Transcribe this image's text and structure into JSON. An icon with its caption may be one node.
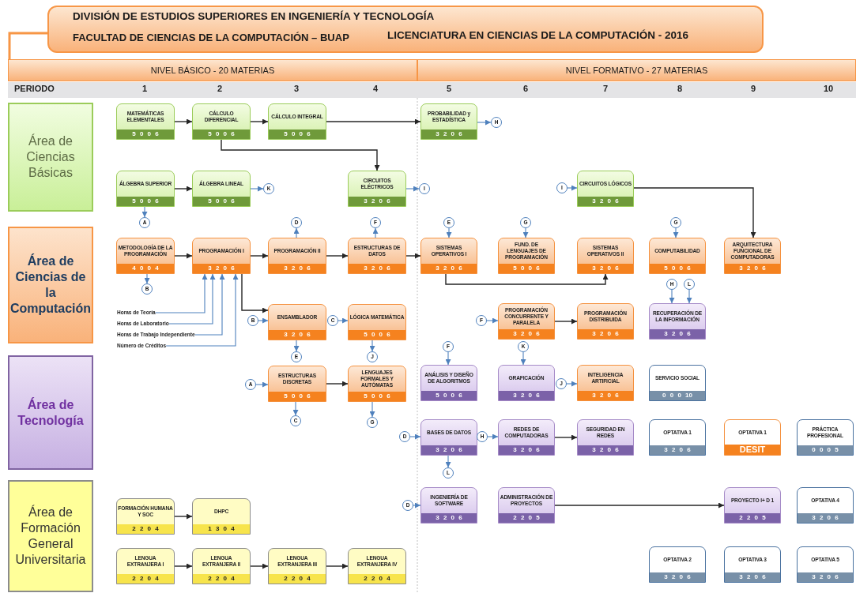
{
  "diagram": {
    "title": "DIVISIÓN DE ESTUDIOS SUPERIORES EN INGENIERÍA Y TECNOLOGÍA",
    "nodes": [
      {
        "text": [
          "Área de Ciencias Básicas"
        ]
      },
      {
        "text": [
          "MATEMÁTICAS ELEMENTALES",
          "5 0 0 6"
        ]
      },
      {
        "text": [
          "CÁLCULO DIFERENCIAL",
          "5 0 0 6"
        ]
      },
      {
        "text": [
          "CÁLCULO INTEGRAL",
          "5 0 0 6"
        ]
      },
      {
        "text": [
          "PROBABILIDAD y ESTADÍSTICA",
          "3 2 0 6"
        ]
      },
      {
        "text": [
          "H"
        ]
      },
      {
        "text": [
          "ÁLGEBRA SUPERIOR",
          "5 0 0 6"
        ]
      },
      {
        "text": [
          "ÁLGEBRA LINEAL",
          "5 0 0 6"
        ]
      },
      {
        "text": [
          "K"
        ]
      },
      {
        "text": [
          "CIRCUITOS ELÉCTRICOS",
          "3 2 0 6"
        ]
      },
      {
        "text": [
          "I"
        ]
      },
      {
        "text": [
          "I"
        ]
      },
      {
        "text": [
          "CIRCUITOS LÓGICOS",
          "3 2 0 6"
        ]
      },
      {
        "text": [
          "A"
        ]
      },
      {
        "text": [
          "Área de Ciencias de la Computación"
        ]
      },
      {
        "text": [
          "D"
        ]
      },
      {
        "text": [
          "F"
        ]
      },
      {
        "text": [
          "E"
        ]
      },
      {
        "text": [
          "G"
        ]
      },
      {
        "text": [
          "G"
        ]
      },
      {
        "text": [
          "METODOLOGÍA DE LA PROGRAMACIÓN",
          "4 0 0 4"
        ]
      },
      {
        "text": [
          "PROGRAMACIÓN I",
          "3 2 0 6"
        ]
      },
      {
        "text": [
          "PROGRAMACIÓN II",
          "3 2 0 6"
        ]
      },
      {
        "text": [
          "ESTRUCTURAS DE DATOS",
          "3 2 0 6"
        ]
      },
      {
        "text": [
          "SISTEMAS OPERATIVOS I",
          "3 2 0 6"
        ]
      },
      {
        "text": [
          "FUND. DE LENGUAJES DE PROGRAMACIÓN",
          "5 0 0 6"
        ]
      },
      {
        "text": [
          "SISTEMAS OPERATIVOS II",
          "3 2 0 6"
        ]
      },
      {
        "text": [
          "COMPUTABILIDAD",
          "5 0 0 6"
        ]
      },
      {
        "text": [
          "ARQUITECTURA FUNCIONAL DE COMPUTADORAS",
          "3 2 0 6"
        ]
      },
      {
        "text": [
          "B"
        ]
      },
      {
        "text": [
          "H"
        ]
      },
      {
        "text": [
          "L"
        ]
      },
      {
        "text": [
          "Horas de Teoría"
        ]
      },
      {
        "text": [
          "Horas de Laboratorio"
        ]
      },
      {
        "text": [
          "Horas de Trabajo Independiente"
        ]
      },
      {
        "text": [
          "Número de Créditos"
        ]
      },
      {
        "text": [
          "B"
        ]
      },
      {
        "text": [
          "ENSAMBLADOR",
          "3 2 0 6"
        ]
      },
      {
        "text": [
          "C"
        ]
      },
      {
        "text": [
          "LÓGICA MATEMÁTICA",
          "5 0 0 6"
        ]
      },
      {
        "text": [
          "F"
        ]
      },
      {
        "text": [
          "PROGRAMACIÓN CONCURRENTE Y PARALELA",
          "3 2 0 6"
        ]
      },
      {
        "text": [
          "PROGRAMACIÓN DISTRIBUIDA",
          "3 2 0 6"
        ]
      },
      {
        "text": [
          "RECUPERACIÓN DE LA INFORMACIÓN",
          "3 2 0 6"
        ]
      },
      {
        "text": [
          "E"
        ]
      },
      {
        "text": [
          "J"
        ]
      },
      {
        "text": [
          "Área de Tecnología"
        ]
      },
      {
        "text": [
          "F"
        ]
      },
      {
        "text": [
          "K"
        ]
      },
      {
        "text": [
          "A"
        ]
      },
      {
        "text": [
          "ESTRUCTURAS DISCRETAS",
          "5 0 0 6"
        ]
      },
      {
        "text": [
          "LENGUAJES FORMALES Y AUTÓMATAS",
          "5 0 0 6"
        ]
      },
      {
        "text": [
          "ANÁLISIS Y DISEÑO DE ALGORITMOS",
          "5 0 0 6"
        ]
      },
      {
        "text": [
          "GRAFICACIÓN",
          "3 2 0 6"
        ]
      },
      {
        "text": [
          "J"
        ]
      },
      {
        "text": [
          "INTELIGENCIA ARTIFICIAL",
          "3 2 0 6"
        ]
      },
      {
        "text": [
          "SERVICIO SOCIAL",
          "0 0 0 10"
        ]
      },
      {
        "text": [
          "C"
        ]
      },
      {
        "text": [
          "G"
        ]
      },
      {
        "text": [
          "D"
        ]
      },
      {
        "text": [
          "BASES DE DATOS",
          "3 2 0 6"
        ]
      },
      {
        "text": [
          "H"
        ]
      },
      {
        "text": [
          "REDES DE COMPUTADORAS",
          "3 2 0 6"
        ]
      },
      {
        "text": [
          "SEGURIDAD EN REDES",
          "3 2 0 6"
        ]
      },
      {
        "text": [
          "OPTATIVA 1",
          "3 2 0 6"
        ]
      },
      {
        "text": [
          "OPTATIVA 1",
          "DESIT"
        ]
      },
      {
        "text": [
          "PRÁCTICA PROFESIONAL",
          "0 0 0 5"
        ]
      },
      {
        "text": [
          "L"
        ]
      },
      {
        "text": [
          "Área de Formación General Universitaria"
        ]
      },
      {
        "text": [
          "D"
        ]
      },
      {
        "text": [
          "INGENIERÍA DE SOFTWARE",
          "3 2 0 6"
        ]
      },
      {
        "text": [
          "ADMINISTRACIÓN DE PROYECTOS",
          "2 2 0 5"
        ]
      },
      {
        "text": [
          "PROYECTO I+ D 1",
          "2 2 0 5"
        ]
      },
      {
        "text": [
          "OPTATIVA 4",
          "3 2 0 6"
        ]
      },
      {
        "text": [
          "FORMACIÓN HUMANA Y SOC",
          "2 2 0 4"
        ]
      },
      {
        "text": [
          "DHPC",
          "1 3 0 4"
        ]
      },
      {
        "text": [
          "OPTATIVA 2",
          "3 2 0 6"
        ]
      },
      {
        "text": [
          "OPTATIVA 3",
          "3 2 0 6"
        ]
      },
      {
        "text": [
          "OPTATIVA 5",
          "3 2 0 6"
        ]
      },
      {
        "text": [
          "LENGUA EXTRANJERA I",
          "2 2 0 4"
        ]
      },
      {
        "text": [
          "LENGUA EXTRANJERA II",
          "2 2 0 4"
        ]
      },
      {
        "text": [
          "LENGUA EXTRANJERA III",
          "2 2 0 4"
        ]
      },
      {
        "text": [
          "LENGUA EXTRANJERA IV",
          "2 2 0 4"
        ]
      }
    ],
    "edges": [
      {
        "from": 1,
        "to": 2,
        "arrow": "to",
        "color": "#262626"
      },
      {
        "from": 2,
        "to": 3,
        "arrow": "to",
        "color": "#262626"
      },
      {
        "from": 3,
        "to": 4,
        "arrow": "to",
        "color": "#262626"
      },
      {
        "from": 4,
        "to": 5,
        "arrow": "to"
      },
      {
        "from": 2,
        "to": 9,
        "arrow": "to",
        "color": "#262626"
      },
      {
        "from": 6,
        "to": 7,
        "arrow": "to",
        "color": "#262626"
      },
      {
        "from": 7,
        "to": 8,
        "arrow": "to"
      },
      {
        "from": 9,
        "to": 10,
        "arrow": "to"
      },
      {
        "from": 11,
        "to": 12,
        "arrow": "to"
      },
      {
        "from": 12,
        "to": 28,
        "arrow": "to",
        "color": "#262626"
      },
      {
        "from": 6,
        "to": 13,
        "arrow": "to"
      },
      {
        "from": 22,
        "to": 15,
        "arrow": "to"
      },
      {
        "from": 23,
        "to": 16,
        "arrow": "to"
      },
      {
        "from": 17,
        "to": 24,
        "arrow": "to"
      },
      {
        "from": 18,
        "to": 25,
        "arrow": "to"
      },
      {
        "from": 19,
        "to": 27,
        "arrow": "to"
      },
      {
        "from": 20,
        "to": 21,
        "arrow": "to",
        "color": "#262626"
      },
      {
        "from": 21,
        "to": 22,
        "arrow": "to",
        "color": "#262626"
      },
      {
        "from": 22,
        "to": 23,
        "arrow": "to",
        "color": "#262626"
      },
      {
        "from": 23,
        "to": 24,
        "arrow": "to",
        "color": "#262626"
      },
      {
        "from": 24,
        "to": 26,
        "arrow": "to",
        "color": "#262626"
      },
      {
        "from": 20,
        "to": 29,
        "arrow": "to"
      },
      {
        "from": 30,
        "to": 43,
        "arrow": "to"
      },
      {
        "from": 31,
        "to": 43,
        "arrow": "to"
      },
      {
        "from": 32,
        "to": 21,
        "arrow": "to"
      },
      {
        "from": 33,
        "to": 21,
        "arrow": "to"
      },
      {
        "from": 34,
        "to": 21,
        "arrow": "to"
      },
      {
        "from": 35,
        "to": 21,
        "arrow": "to"
      },
      {
        "from": 21,
        "to": 37,
        "arrow": "to",
        "color": "#262626"
      },
      {
        "from": 36,
        "to": 37,
        "arrow": "to"
      },
      {
        "from": 38,
        "to": 39,
        "arrow": "to"
      },
      {
        "from": 37,
        "to": 44,
        "arrow": "to"
      },
      {
        "from": 39,
        "to": 45,
        "arrow": "to"
      },
      {
        "from": 40,
        "to": 41,
        "arrow": "to"
      },
      {
        "from": 41,
        "to": 42,
        "arrow": "to",
        "color": "#262626"
      },
      {
        "from": 47,
        "to": 52,
        "arrow": "to"
      },
      {
        "from": 48,
        "to": 53,
        "arrow": "to"
      },
      {
        "from": 49,
        "to": 50,
        "arrow": "to"
      },
      {
        "from": 50,
        "to": 51,
        "arrow": "to",
        "color": "#262626"
      },
      {
        "from": 54,
        "to": 55,
        "arrow": "to"
      },
      {
        "from": 50,
        "to": 57,
        "arrow": "to"
      },
      {
        "from": 51,
        "to": 58,
        "arrow": "to"
      },
      {
        "from": 59,
        "to": 60,
        "arrow": "to"
      },
      {
        "from": 61,
        "to": 62,
        "arrow": "to"
      },
      {
        "from": 62,
        "to": 63,
        "arrow": "to",
        "color": "#262626"
      },
      {
        "from": 60,
        "to": 67,
        "arrow": "to"
      },
      {
        "from": 69,
        "to": 70,
        "arrow": "to"
      },
      {
        "from": 71,
        "to": 72,
        "arrow": "to",
        "color": "#262626"
      },
      {
        "from": 74,
        "to": 75,
        "arrow": "to",
        "color": "#262626"
      },
      {
        "from": 79,
        "to": 80,
        "arrow": "to",
        "color": "#262626"
      },
      {
        "from": 80,
        "to": 81,
        "arrow": "to",
        "color": "#262626"
      },
      {
        "from": 81,
        "to": 82,
        "arrow": "to",
        "color": "#262626"
      }
    ],
    "labels": [
      "FACULTAD DE CIENCIAS DE LA COMPUTACIÓN – BUAP",
      "LICENCIATURA EN CIENCIAS DE LA COMPUTACIÓN - 2016",
      "NIVEL BÁSICO - 20 MATERIAS",
      "NIVEL FORMATIVO - 27 MATERIAS",
      "PERIODO",
      "1",
      "2",
      "3",
      "4",
      "5",
      "6",
      "7",
      "8",
      "9",
      "10"
    ]
  }
}
